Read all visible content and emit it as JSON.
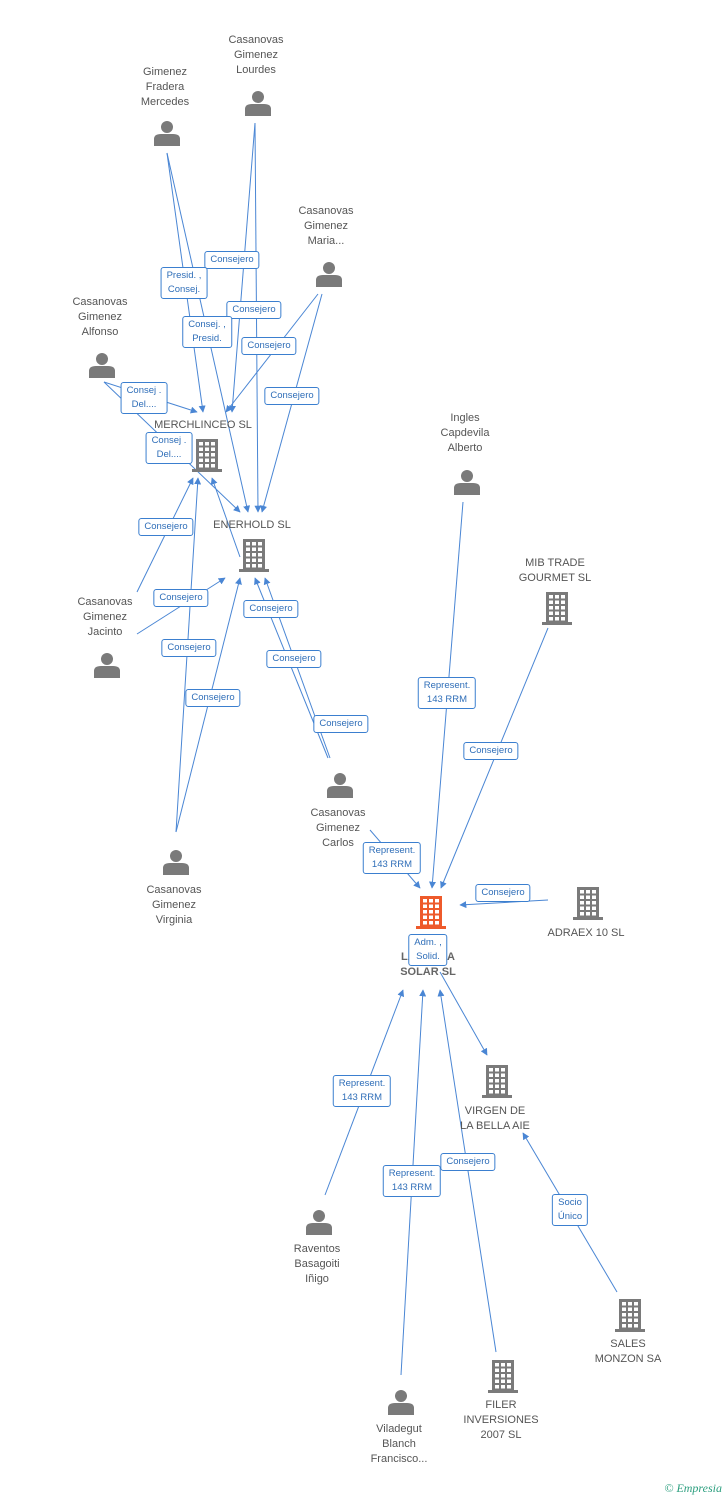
{
  "colors": {
    "edge": "#4a86d4",
    "node": "#7a7a7a",
    "focus": "#ee5a2b"
  },
  "nodes": {
    "gimenez_fradera": {
      "kind": "person",
      "lines": [
        "Gimenez",
        "Fradera",
        "Mercedes"
      ]
    },
    "casanovas_lourdes": {
      "kind": "person",
      "lines": [
        "Casanovas",
        "Gimenez",
        "Lourdes"
      ]
    },
    "casanovas_maria": {
      "kind": "person",
      "lines": [
        "Casanovas",
        "Gimenez",
        "Maria..."
      ]
    },
    "casanovas_alfonso": {
      "kind": "person",
      "lines": [
        "Casanovas",
        "Gimenez",
        "Alfonso"
      ]
    },
    "merchlinceo": {
      "kind": "company",
      "lines": [
        "MERCHLINCEO SL"
      ]
    },
    "enerhold": {
      "kind": "company",
      "lines": [
        "ENERHOLD SL"
      ]
    },
    "ingles_capdevila": {
      "kind": "person",
      "lines": [
        "Ingles",
        "Capdevila",
        "Alberto"
      ]
    },
    "mib_trade": {
      "kind": "company",
      "lines": [
        "MIB TRADE",
        "GOURMET  SL"
      ]
    },
    "casanovas_jacinto": {
      "kind": "person",
      "lines": [
        "Casanovas",
        "Gimenez",
        "Jacinto"
      ]
    },
    "casanovas_carlos": {
      "kind": "person",
      "lines": [
        "Casanovas",
        "Gimenez",
        "Carlos"
      ]
    },
    "casanovas_virginia": {
      "kind": "person",
      "lines": [
        "Casanovas",
        "Gimenez",
        "Virginia"
      ]
    },
    "focus": {
      "kind": "focus",
      "lines": [
        "FINCA",
        "LA BELLA",
        "SOLAR SL"
      ]
    },
    "adraex": {
      "kind": "company",
      "lines": [
        "ADRAEX 10 SL"
      ]
    },
    "virgen_bella": {
      "kind": "company",
      "lines": [
        "VIRGEN DE",
        "LA BELLA AIE"
      ]
    },
    "raventos": {
      "kind": "person",
      "lines": [
        "Raventos",
        "Basagoiti",
        "Iñigo"
      ]
    },
    "sales_monzon": {
      "kind": "company",
      "lines": [
        "SALES",
        "MONZON SA"
      ]
    },
    "filer": {
      "kind": "company",
      "lines": [
        "FILER",
        "INVERSIONES",
        "2007 SL"
      ]
    },
    "viladegut": {
      "kind": "person",
      "lines": [
        "Viladegut",
        "Blanch",
        "Francisco..."
      ]
    }
  },
  "edge_labels": {
    "e1": [
      "Consejero"
    ],
    "e2": [
      "Presid. ,",
      "Consej."
    ],
    "e3": [
      "Consejero"
    ],
    "e4": [
      "Consej. ,",
      "Presid."
    ],
    "e5": [
      "Consejero"
    ],
    "e6": [
      "Consejero"
    ],
    "e7": [
      "Consej .",
      "Del...."
    ],
    "e8": [
      "Consej .",
      "Del...."
    ],
    "e9": [
      "Consejero"
    ],
    "e10": [
      "Consejero"
    ],
    "e11": [
      "Consejero"
    ],
    "e12": [
      "Consejero"
    ],
    "e13": [
      "Consejero"
    ],
    "e14": [
      "Consejero"
    ],
    "e15": [
      "Consejero"
    ],
    "e16": [
      "Represent.",
      "143 RRM"
    ],
    "e17": [
      "Consejero"
    ],
    "e18": [
      "Represent.",
      "143 RRM"
    ],
    "e19": [
      "Consejero"
    ],
    "e20": [
      "Adm. ,",
      "Solid."
    ],
    "e21": [
      "Represent.",
      "143 RRM"
    ],
    "e22": [
      "Represent.",
      "143 RRM"
    ],
    "e23": [
      "Consejero"
    ],
    "e24": [
      "Socio",
      "Único"
    ]
  },
  "watermark": {
    "copyright": "©",
    "brand": "Empresia"
  }
}
